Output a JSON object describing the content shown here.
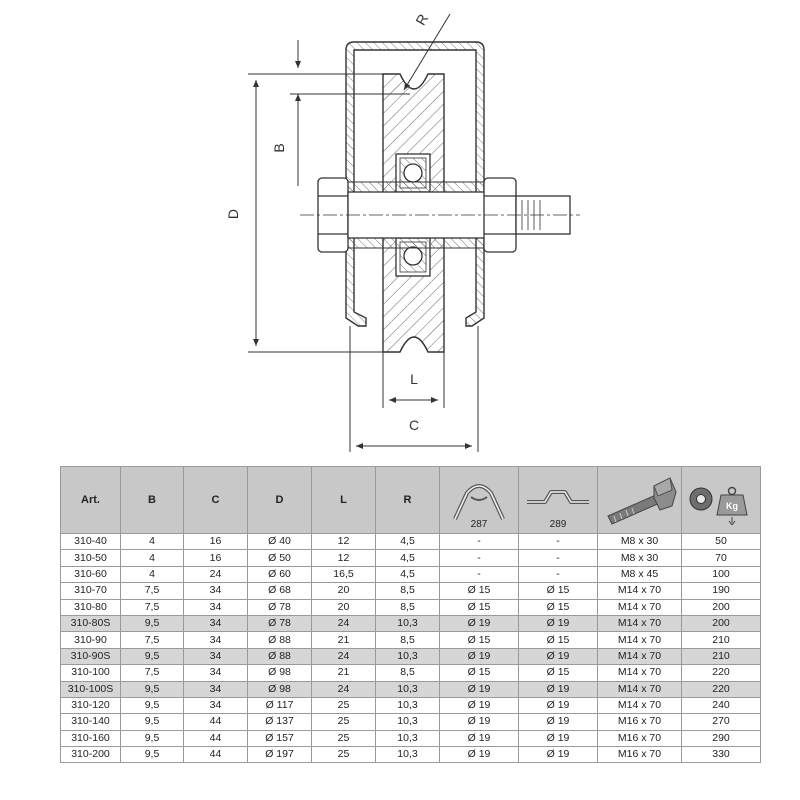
{
  "drawing": {
    "dimension_labels": {
      "r": "R",
      "b": "B",
      "d": "D",
      "l": "L",
      "c": "C"
    }
  },
  "table": {
    "headers": {
      "art": "Art.",
      "b": "B",
      "c": "C",
      "d": "D",
      "l": "L",
      "r": "R",
      "bracket_287": "287",
      "bracket_289": "289"
    },
    "header_icons": {
      "bracket_287": "bracket-287-icon",
      "bracket_289": "bracket-289-icon",
      "bolt": "bolt-icon",
      "load": "load-capacity-icon"
    },
    "load_icon_text": "Kg",
    "rows": [
      {
        "art": "310-40",
        "b": "4",
        "c": "16",
        "d": "Ø 40",
        "l": "12",
        "r": "4,5",
        "p287": "-",
        "p289": "-",
        "bolt": "M8 x 30",
        "load": "50",
        "highlight": false
      },
      {
        "art": "310-50",
        "b": "4",
        "c": "16",
        "d": "Ø 50",
        "l": "12",
        "r": "4,5",
        "p287": "-",
        "p289": "-",
        "bolt": "M8 x 30",
        "load": "70",
        "highlight": false
      },
      {
        "art": "310-60",
        "b": "4",
        "c": "24",
        "d": "Ø 60",
        "l": "16,5",
        "r": "4,5",
        "p287": "-",
        "p289": "-",
        "bolt": "M8  x 45",
        "load": "100",
        "highlight": false
      },
      {
        "art": "310-70",
        "b": "7,5",
        "c": "34",
        "d": "Ø 68",
        "l": "20",
        "r": "8,5",
        "p287": "Ø 15",
        "p289": "Ø 15",
        "bolt": "M14 x 70",
        "load": "190",
        "highlight": false
      },
      {
        "art": "310-80",
        "b": "7,5",
        "c": "34",
        "d": "Ø 78",
        "l": "20",
        "r": "8,5",
        "p287": "Ø 15",
        "p289": "Ø 15",
        "bolt": "M14 x 70",
        "load": "200",
        "highlight": false
      },
      {
        "art": "310-80S",
        "b": "9,5",
        "c": "34",
        "d": "Ø 78",
        "l": "24",
        "r": "10,3",
        "p287": "Ø 19",
        "p289": "Ø 19",
        "bolt": "M14 x 70",
        "load": "200",
        "highlight": true
      },
      {
        "art": "310-90",
        "b": "7,5",
        "c": "34",
        "d": "Ø 88",
        "l": "21",
        "r": "8,5",
        "p287": "Ø 15",
        "p289": "Ø 15",
        "bolt": "M14 x 70",
        "load": "210",
        "highlight": false
      },
      {
        "art": "310-90S",
        "b": "9,5",
        "c": "34",
        "d": "Ø 88",
        "l": "24",
        "r": "10,3",
        "p287": "Ø 19",
        "p289": "Ø 19",
        "bolt": "M14 x 70",
        "load": "210",
        "highlight": true
      },
      {
        "art": "310-100",
        "b": "7,5",
        "c": "34",
        "d": "Ø 98",
        "l": "21",
        "r": "8,5",
        "p287": "Ø 15",
        "p289": "Ø 15",
        "bolt": "M14 x 70",
        "load": "220",
        "highlight": false
      },
      {
        "art": "310-100S",
        "b": "9,5",
        "c": "34",
        "d": "Ø 98",
        "l": "24",
        "r": "10,3",
        "p287": "Ø 19",
        "p289": "Ø 19",
        "bolt": "M14 x 70",
        "load": "220",
        "highlight": true
      },
      {
        "art": "310-120",
        "b": "9,5",
        "c": "34",
        "d": "Ø 117",
        "l": "25",
        "r": "10,3",
        "p287": "Ø 19",
        "p289": "Ø 19",
        "bolt": "M14 x 70",
        "load": "240",
        "highlight": false
      },
      {
        "art": "310-140",
        "b": "9,5",
        "c": "44",
        "d": "Ø 137",
        "l": "25",
        "r": "10,3",
        "p287": "Ø 19",
        "p289": "Ø 19",
        "bolt": "M16 x 70",
        "load": "270",
        "highlight": false
      },
      {
        "art": "310-160",
        "b": "9,5",
        "c": "44",
        "d": "Ø 157",
        "l": "25",
        "r": "10,3",
        "p287": "Ø 19",
        "p289": "Ø 19",
        "bolt": "M16 x 70",
        "load": "290",
        "highlight": false
      },
      {
        "art": "310-200",
        "b": "9,5",
        "c": "44",
        "d": "Ø 197",
        "l": "25",
        "r": "10,3",
        "p287": "Ø 19",
        "p289": "Ø 19",
        "bolt": "M16 x 70",
        "load": "330",
        "highlight": false
      }
    ]
  }
}
